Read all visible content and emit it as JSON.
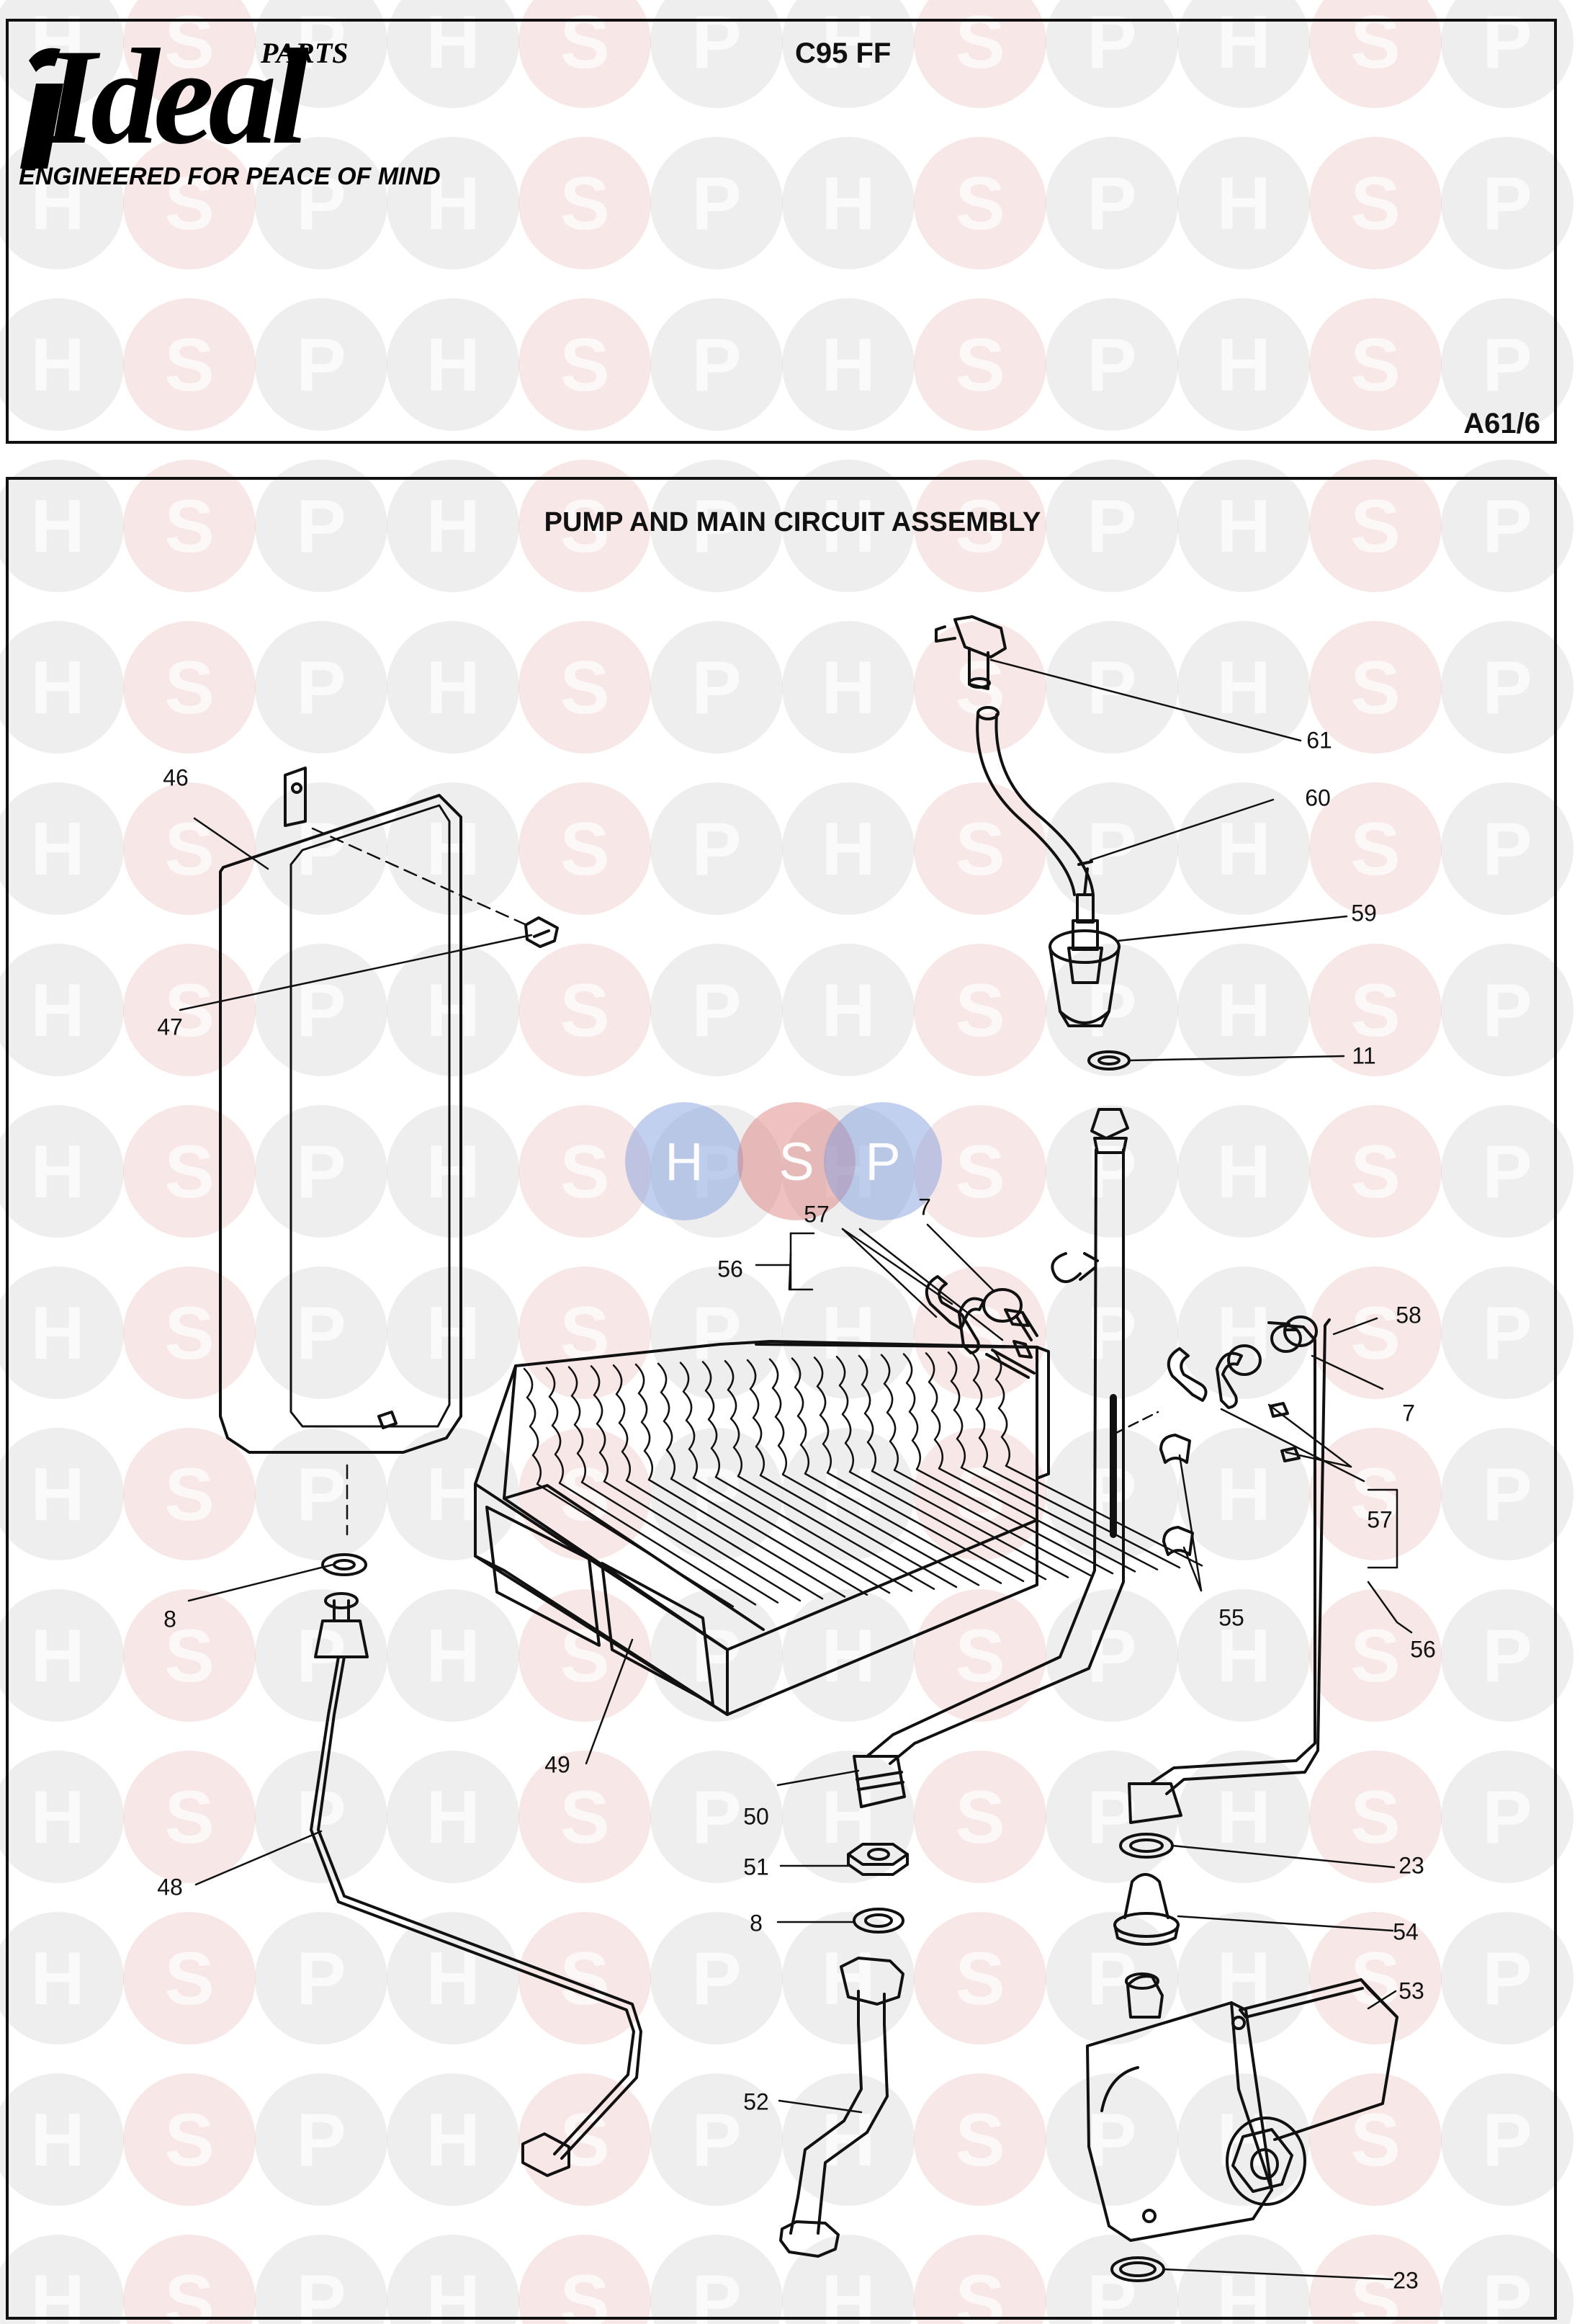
{
  "header": {
    "brand": "Ideal",
    "brand_superscript": "PARTS",
    "tagline": "ENGINEERED FOR PEACE OF MIND",
    "model": "C95 FF",
    "page_ref": "A61/6"
  },
  "diagram": {
    "title": "PUMP AND MAIN CIRCUIT ASSEMBLY",
    "watermark_letters": [
      "H",
      "S",
      "P"
    ],
    "callouts": [
      "61",
      "60",
      "46",
      "59",
      "47",
      "11",
      "57",
      "7",
      "56",
      "58",
      "7",
      "57",
      "55",
      "56",
      "8",
      "49",
      "50",
      "48",
      "23",
      "51",
      "8",
      "54",
      "53",
      "52",
      "23"
    ]
  }
}
